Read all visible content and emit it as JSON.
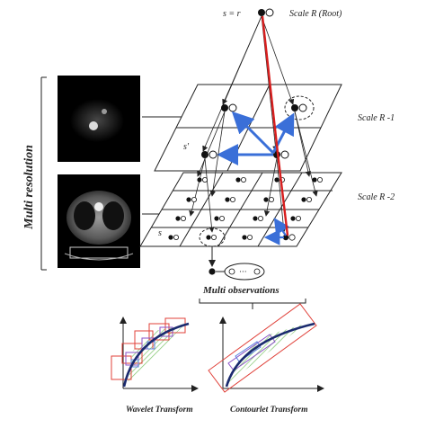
{
  "root": {
    "node_label": "s = r",
    "scale_label": "Scale R (Root)"
  },
  "levels": [
    {
      "label": "Scale R -1",
      "node_label": "s′"
    },
    {
      "label": "Scale R -2",
      "node_label": "s"
    }
  ],
  "side_label": "Multi resolution",
  "observations_label": "Multi observations",
  "transforms": [
    {
      "label": "Wavelet Transform"
    },
    {
      "label": "Contourlet Transform"
    }
  ],
  "colors": {
    "red_edge": "#d81e1e",
    "blue_edge": "#3a6fd8",
    "green_fill": "#9bd48a",
    "curve": "#1a2a6e",
    "box_red": "#e0413a",
    "box_purple": "#8a52c8",
    "box_blue": "#5b7fe0"
  },
  "icons": {
    "scan_top": "pet-scan-image",
    "scan_bottom": "ct-scan-image"
  }
}
